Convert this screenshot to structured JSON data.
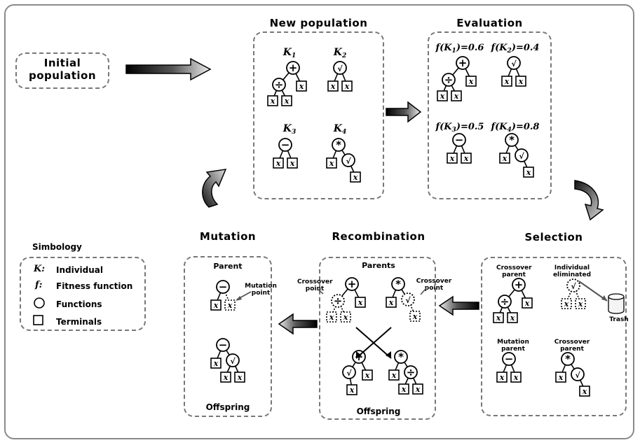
{
  "labels": {
    "initial": "Initial\npopulation",
    "new_population": "New population",
    "evaluation": "Evaluation",
    "selection": "Selection",
    "recombination": "Recombination",
    "mutation": "Mutation"
  },
  "new_population": {
    "individuals": [
      {
        "name": "K",
        "sub": "1"
      },
      {
        "name": "K",
        "sub": "2"
      },
      {
        "name": "K",
        "sub": "3"
      },
      {
        "name": "K",
        "sub": "4"
      }
    ]
  },
  "evaluation": {
    "fitness": [
      {
        "prefix": "f(K",
        "sub": "1",
        "suffix": ")=0.6"
      },
      {
        "prefix": "f(K",
        "sub": "2",
        "suffix": ")=0.4"
      },
      {
        "prefix": "f(K",
        "sub": "3",
        "suffix": ")=0.5"
      },
      {
        "prefix": "f(K",
        "sub": "4",
        "suffix": ")=0.8"
      }
    ]
  },
  "selection": {
    "crossover_parent_1": "Crossover\nparent",
    "individual_eliminated": "Individual\neliminated",
    "trash": "Trash",
    "mutation_parent": "Mutation\nparent",
    "crossover_parent_2": "Crossover\nparent"
  },
  "recombination": {
    "parents": "Parents",
    "crossover_point_left": "Crossover\npoint",
    "crossover_point_right": "Crossover\npoint",
    "offspring": "Offspring"
  },
  "mutation": {
    "parent": "Parent",
    "mutation_point": "Mutation\npoint",
    "offspring": "Offspring"
  },
  "simbology": {
    "title": "Simbology",
    "items": [
      {
        "symbol": "K:",
        "label": "Individual"
      },
      {
        "symbol": "f:",
        "label": "Fitness function"
      },
      {
        "symbol": "circle",
        "label": "Functions"
      },
      {
        "symbol": "square",
        "label": "Terminals"
      }
    ]
  },
  "symbols": {
    "terminal": "x",
    "plus": "+",
    "minus": "−",
    "times": "*",
    "divide": "÷",
    "sqrt": "√"
  }
}
